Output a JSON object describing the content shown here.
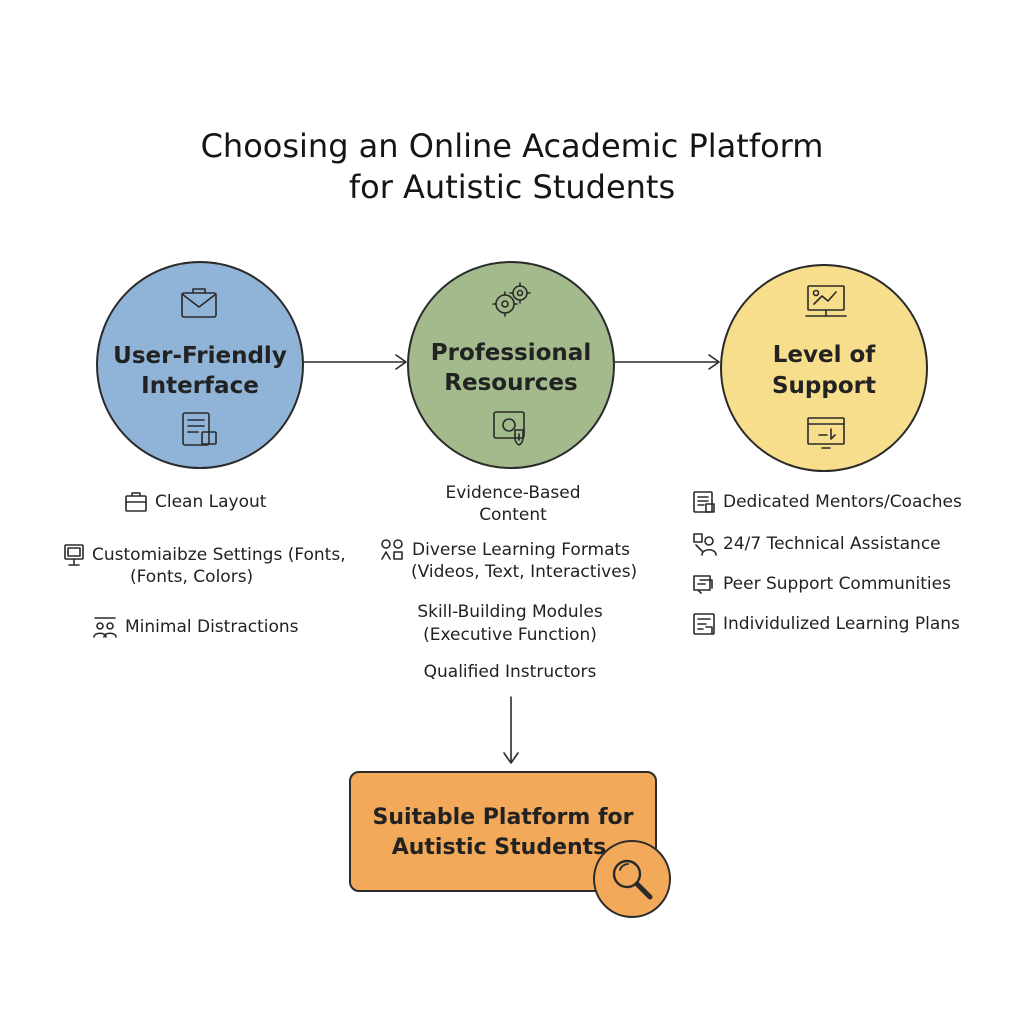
{
  "title": {
    "line1": "Choosing an Online Academic Platform",
    "line2": "for Autistic Students"
  },
  "colors": {
    "user_friendly": "#8fb4d8",
    "professional": "#a3bb8c",
    "support": "#f7de8d",
    "result": "#f3a95a"
  },
  "nodes": {
    "user_friendly": {
      "label_line1": "User-Friendly",
      "label_line2": "Interface",
      "icons": [
        "envelope-icon",
        "document-form-icon"
      ],
      "items": [
        {
          "text": "Clean Layout",
          "icon": "layout-icon"
        },
        {
          "text_line1": "Customiaibze Settings (Fonts,",
          "text_line2": "(Fonts, Colors)",
          "icon": "monitor-icon"
        },
        {
          "text": "Minimal Distractions",
          "icon": "people-icon"
        }
      ]
    },
    "professional": {
      "label_line1": "Professional",
      "label_line2": "Resources",
      "icons": [
        "gears-icon",
        "shield-folder-icon"
      ],
      "items": [
        {
          "text_line1": "Evidence-Based",
          "text_line2": "Content"
        },
        {
          "text_line1": "Diverse Learning Formats",
          "text_line2": "(Videos, Text, Interactives)",
          "icon": "formats-icon"
        },
        {
          "text_line1": "Skill-Building Modules",
          "text_line2": "(Executive Function)"
        },
        {
          "text": "Qualified Instructors"
        }
      ]
    },
    "support": {
      "label_line1": "Level of",
      "label_line2": "Support",
      "icons": [
        "presentation-icon",
        "browser-window-icon"
      ],
      "items": [
        {
          "text": "Dedicated Mentors/Coaches",
          "icon": "notes-icon"
        },
        {
          "text": "24/7 Technical Assistance",
          "icon": "person-tool-icon"
        },
        {
          "text": "Peer Support Communities",
          "icon": "chat-icon"
        },
        {
          "text": "Individulized Learning Plans",
          "icon": "plan-icon"
        }
      ]
    }
  },
  "result": {
    "label_line1": "Suitable Platform for",
    "label_line2": "Autistic Students",
    "icon": "magnifier-icon"
  }
}
